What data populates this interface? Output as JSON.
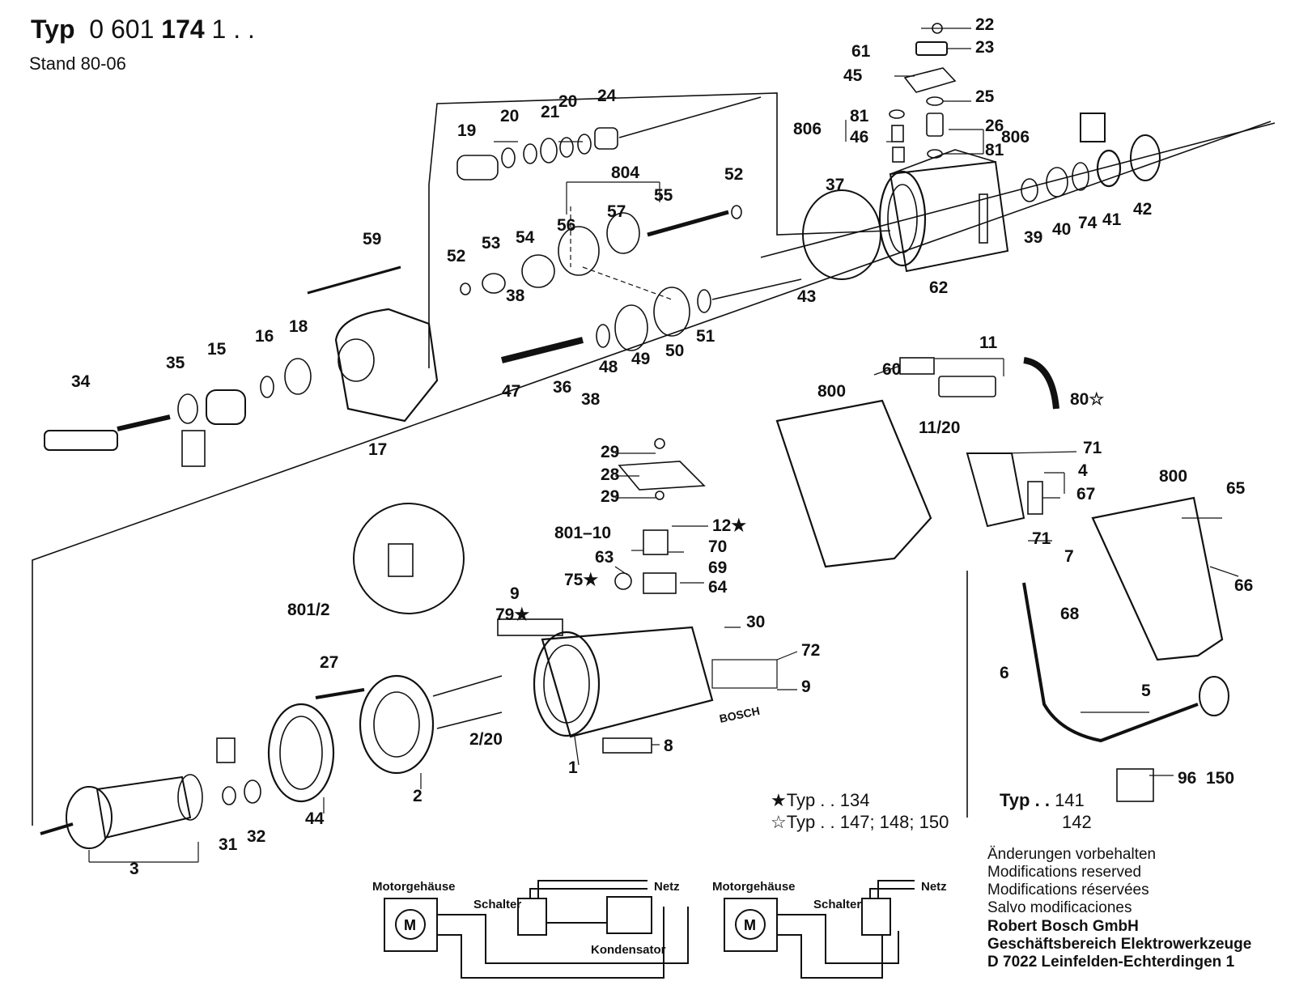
{
  "header": {
    "typ_label": "Typ",
    "typ_number_prefix": "0 601",
    "typ_number_bold": "174",
    "typ_number_suffix": "1 . .",
    "stand": "Stand 80-06"
  },
  "part_labels": [
    {
      "id": "22",
      "text": "22"
    },
    {
      "id": "23",
      "text": "23"
    },
    {
      "id": "61",
      "text": "61"
    },
    {
      "id": "45",
      "text": "45"
    },
    {
      "id": "25",
      "text": "25"
    },
    {
      "id": "806a",
      "text": "806"
    },
    {
      "id": "81a",
      "text": "81"
    },
    {
      "id": "46",
      "text": "46"
    },
    {
      "id": "26",
      "text": "26"
    },
    {
      "id": "81b",
      "text": "81"
    },
    {
      "id": "806b",
      "text": "806"
    },
    {
      "id": "19",
      "text": "19"
    },
    {
      "id": "20a",
      "text": "20"
    },
    {
      "id": "21",
      "text": "21"
    },
    {
      "id": "20b",
      "text": "20"
    },
    {
      "id": "24",
      "text": "24"
    },
    {
      "id": "804",
      "text": "804"
    },
    {
      "id": "57",
      "text": "57"
    },
    {
      "id": "55",
      "text": "55"
    },
    {
      "id": "52a",
      "text": "52"
    },
    {
      "id": "56",
      "text": "56"
    },
    {
      "id": "37",
      "text": "37"
    },
    {
      "id": "39",
      "text": "39"
    },
    {
      "id": "40",
      "text": "40"
    },
    {
      "id": "74",
      "text": "74"
    },
    {
      "id": "41",
      "text": "41"
    },
    {
      "id": "42",
      "text": "42"
    },
    {
      "id": "59",
      "text": "59"
    },
    {
      "id": "52b",
      "text": "52"
    },
    {
      "id": "53",
      "text": "53"
    },
    {
      "id": "54",
      "text": "54"
    },
    {
      "id": "43",
      "text": "43"
    },
    {
      "id": "62",
      "text": "62"
    },
    {
      "id": "38a",
      "text": "38"
    },
    {
      "id": "35",
      "text": "35"
    },
    {
      "id": "15",
      "text": "15"
    },
    {
      "id": "16",
      "text": "16"
    },
    {
      "id": "18",
      "text": "18"
    },
    {
      "id": "49",
      "text": "49"
    },
    {
      "id": "50",
      "text": "50"
    },
    {
      "id": "51",
      "text": "51"
    },
    {
      "id": "48",
      "text": "48"
    },
    {
      "id": "34",
      "text": "34"
    },
    {
      "id": "47",
      "text": "47"
    },
    {
      "id": "36",
      "text": "36"
    },
    {
      "id": "38b",
      "text": "38"
    },
    {
      "id": "17",
      "text": "17"
    },
    {
      "id": "60",
      "text": "60"
    },
    {
      "id": "11",
      "text": "11"
    },
    {
      "id": "800a",
      "text": "800"
    },
    {
      "id": "80",
      "text": "80☆"
    },
    {
      "id": "11_20",
      "text": "11/20"
    },
    {
      "id": "71a",
      "text": "71"
    },
    {
      "id": "4",
      "text": "4"
    },
    {
      "id": "67",
      "text": "67"
    },
    {
      "id": "800b",
      "text": "800"
    },
    {
      "id": "65",
      "text": "65"
    },
    {
      "id": "71b",
      "text": "71"
    },
    {
      "id": "7",
      "text": "7"
    },
    {
      "id": "66",
      "text": "66"
    },
    {
      "id": "68",
      "text": "68"
    },
    {
      "id": "6",
      "text": "6"
    },
    {
      "id": "29a",
      "text": "29"
    },
    {
      "id": "28",
      "text": "28"
    },
    {
      "id": "29b",
      "text": "29"
    },
    {
      "id": "12",
      "text": "12★"
    },
    {
      "id": "801_10",
      "text": "801–10"
    },
    {
      "id": "70",
      "text": "70"
    },
    {
      "id": "63",
      "text": "63"
    },
    {
      "id": "69",
      "text": "69"
    },
    {
      "id": "75",
      "text": "75★"
    },
    {
      "id": "64",
      "text": "64"
    },
    {
      "id": "9a",
      "text": "9"
    },
    {
      "id": "79",
      "text": "79★"
    },
    {
      "id": "30",
      "text": "30"
    },
    {
      "id": "72",
      "text": "72"
    },
    {
      "id": "9b",
      "text": "9"
    },
    {
      "id": "801_2",
      "text": "801/2"
    },
    {
      "id": "27",
      "text": "27"
    },
    {
      "id": "2_20",
      "text": "2/20"
    },
    {
      "id": "8",
      "text": "8"
    },
    {
      "id": "1",
      "text": "1"
    },
    {
      "id": "2",
      "text": "2"
    },
    {
      "id": "44",
      "text": "44"
    },
    {
      "id": "31",
      "text": "31"
    },
    {
      "id": "32",
      "text": "32"
    },
    {
      "id": "3",
      "text": "3"
    },
    {
      "id": "5",
      "text": "5"
    },
    {
      "id": "96",
      "text": "96"
    },
    {
      "id": "150",
      "text": "150"
    }
  ],
  "legend": {
    "star_typ": "★Typ . . 134",
    "open_star_typ": "☆Typ . . 147;  148; 150",
    "typ_141_label": "Typ . .",
    "typ_141": "141",
    "typ_142": "142"
  },
  "schematics": {
    "left": {
      "motorgehaeuse": "Motorgehäuse",
      "schalter": "Schalter",
      "netz": "Netz",
      "kondensator": "Kondensator"
    },
    "right": {
      "motorgehaeuse": "Motorgehäuse",
      "schalter": "Schalter",
      "netz": "Netz"
    }
  },
  "notes": [
    "Änderungen vorbehalten",
    "Modifications reserved",
    "Modifications réservées",
    "Salvo modificaciones"
  ],
  "company": [
    "Robert Bosch GmbH",
    "Geschäftsbereich Elektrowerkzeuge",
    "D 7022 Leinfelden-Echterdingen 1"
  ],
  "rating_plate_text": "BOSCH"
}
